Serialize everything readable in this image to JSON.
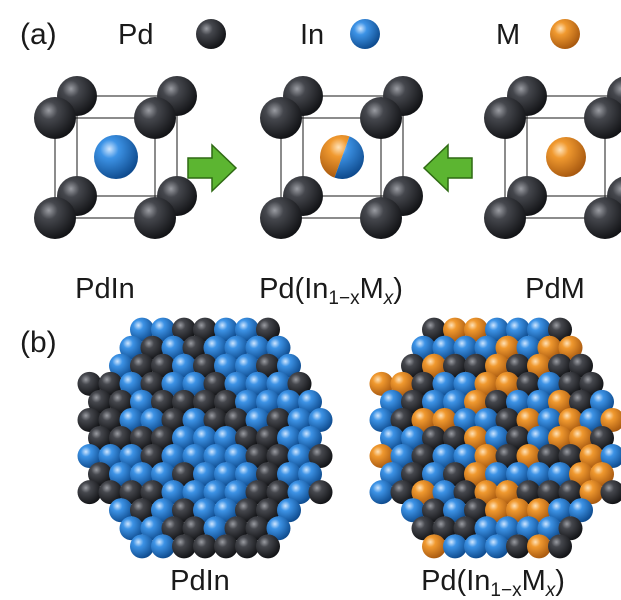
{
  "panel_a": {
    "label": "(a)",
    "legend": [
      {
        "symbol": "Pd",
        "color": "#2b2d31",
        "icon": "pd-atom-icon"
      },
      {
        "symbol": "In",
        "color": "#2a7fd4",
        "icon": "in-atom-icon"
      },
      {
        "symbol": "M",
        "color": "#e8892a",
        "icon": "m-atom-icon"
      }
    ],
    "cells": [
      {
        "name": "PdIn",
        "label": "PdIn",
        "center": "In"
      },
      {
        "name": "mixed",
        "label_base": "Pd(In",
        "label_sub": "1−x",
        "label_mid": "M",
        "label_sub2": "x",
        "label_end": ")",
        "center": "mixed"
      },
      {
        "name": "PdM",
        "label": "PdM",
        "center": "M"
      }
    ],
    "arrow_color": "#5cb531"
  },
  "panel_b": {
    "label": "(b)",
    "clusters": [
      {
        "name": "PdIn-nanoparticle",
        "label": "PdIn"
      },
      {
        "name": "mixed-nanoparticle",
        "label_base": "Pd(In",
        "label_sub": "1−x",
        "label_mid": "M",
        "label_sub2": "x",
        "label_end": ")"
      }
    ]
  },
  "colors": {
    "pd": "#2b2d31",
    "in": "#2a7fd4",
    "m": "#e8892a"
  }
}
